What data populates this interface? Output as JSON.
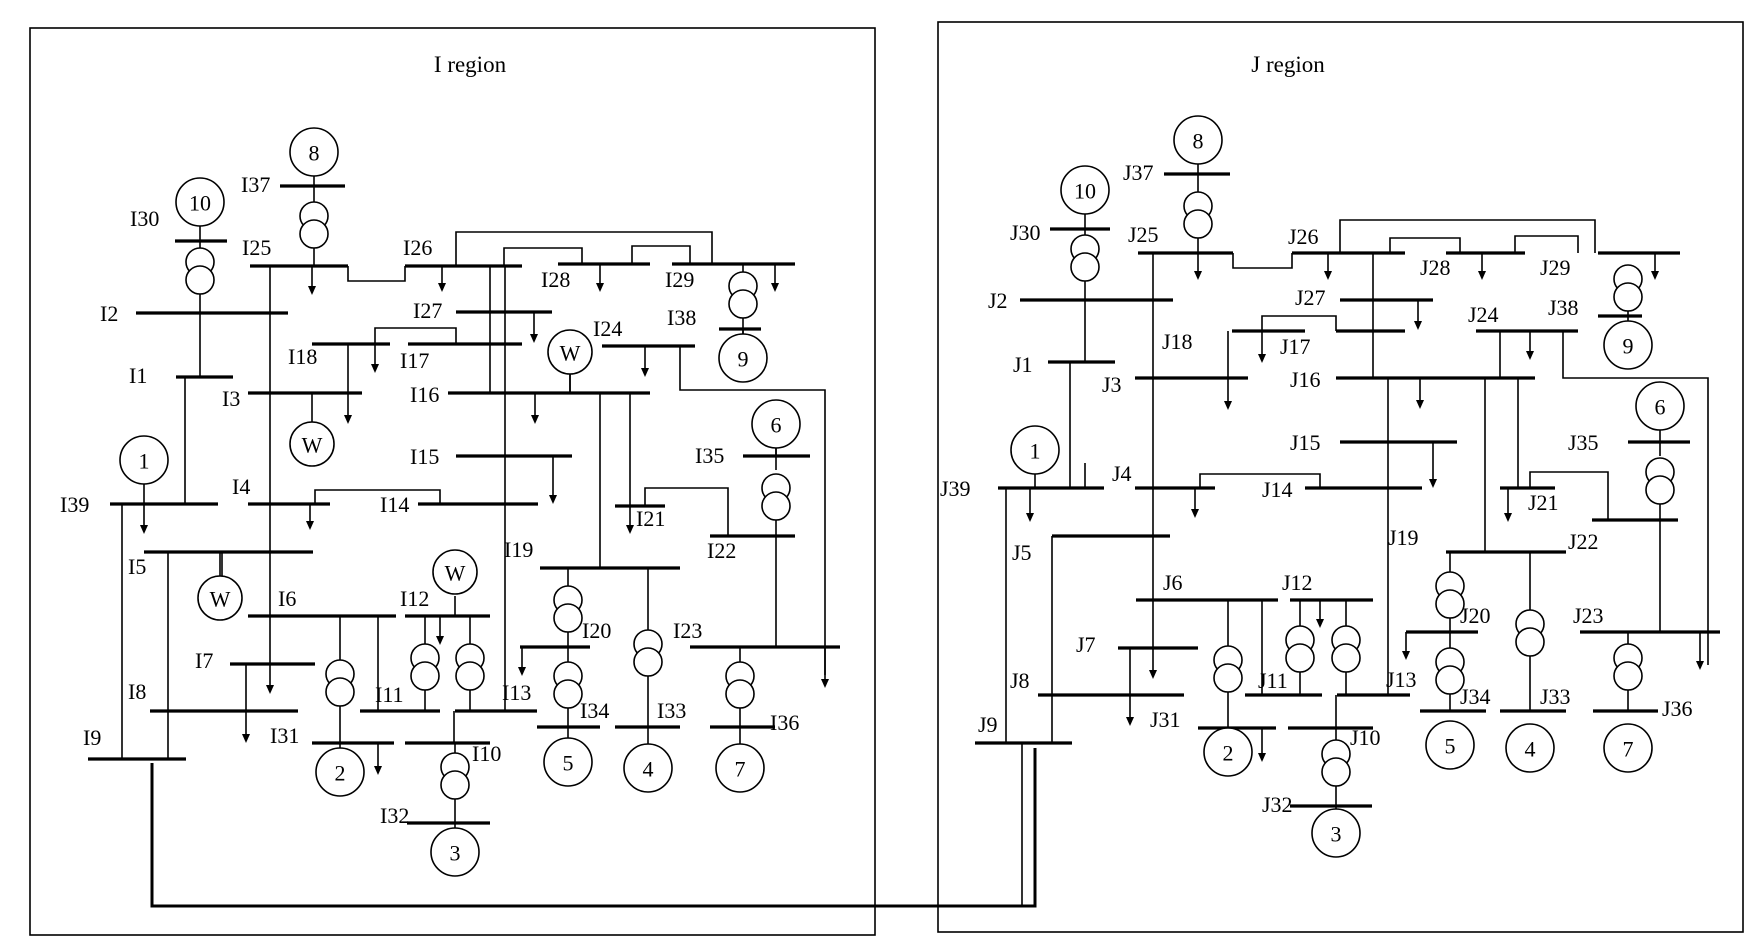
{
  "regions": [
    {
      "prefix": "I",
      "title": "I region",
      "bus_labels": [
        "1",
        "2",
        "3",
        "4",
        "5",
        "6",
        "7",
        "8",
        "9",
        "10",
        "11",
        "12",
        "13",
        "14",
        "15",
        "16",
        "17",
        "18",
        "19",
        "20",
        "21",
        "22",
        "23",
        "24",
        "25",
        "26",
        "27",
        "28",
        "29",
        "30",
        "31",
        "32",
        "33",
        "34",
        "35",
        "36",
        "37",
        "38",
        "39"
      ],
      "generator_numbers": [
        "1",
        "2",
        "3",
        "4",
        "5",
        "6",
        "7",
        "8",
        "9",
        "10"
      ],
      "wind_symbol": "W"
    },
    {
      "prefix": "J",
      "title": "J region",
      "bus_labels": [
        "1",
        "2",
        "3",
        "4",
        "5",
        "6",
        "7",
        "8",
        "9",
        "10",
        "11",
        "12",
        "13",
        "14",
        "15",
        "16",
        "17",
        "18",
        "19",
        "20",
        "21",
        "22",
        "23",
        "24",
        "25",
        "26",
        "27",
        "28",
        "29",
        "30",
        "31",
        "32",
        "33",
        "34",
        "35",
        "36",
        "37",
        "38",
        "39"
      ],
      "generator_numbers": [
        "1",
        "2",
        "3",
        "4",
        "5",
        "6",
        "7",
        "8",
        "9",
        "10"
      ]
    }
  ]
}
